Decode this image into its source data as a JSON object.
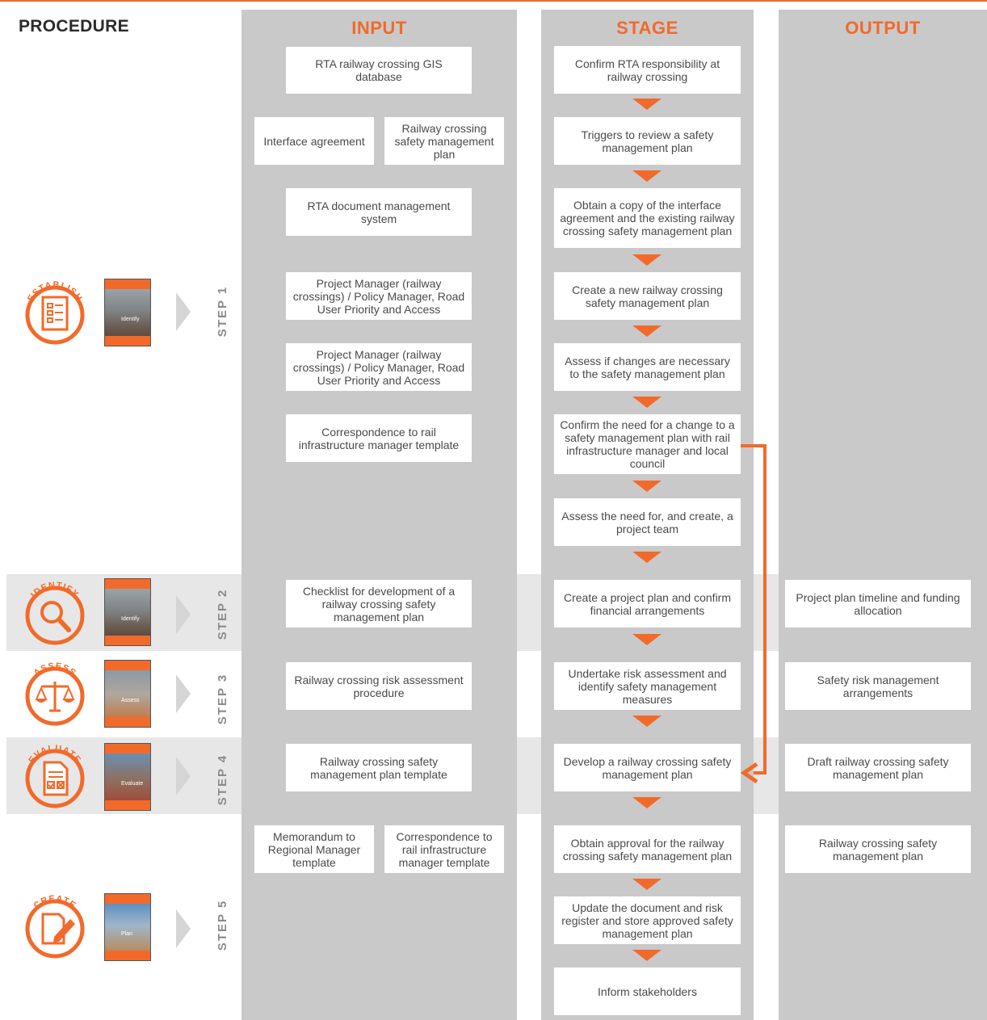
{
  "title": "PROCEDURE",
  "columns": {
    "input": "INPUT",
    "stage": "STAGE",
    "output": "OUTPUT"
  },
  "steps": [
    {
      "label": "STEP 1",
      "icon_label": "ESTABLISH",
      "icon": "clipboard-list-icon",
      "thumb_caption": "Identify"
    },
    {
      "label": "STEP 2",
      "icon_label": "IDENTIFY",
      "icon": "magnifier-icon",
      "thumb_caption": "Identify"
    },
    {
      "label": "STEP 3",
      "icon_label": "ASSESS",
      "icon": "scales-icon",
      "thumb_caption": "Assess"
    },
    {
      "label": "STEP 4",
      "icon_label": "EVALUATE",
      "icon": "checklist-document-icon",
      "thumb_caption": "Evaluate"
    },
    {
      "label": "STEP 5",
      "icon_label": "CREATE",
      "icon": "pen-document-icon",
      "thumb_caption": "Plan"
    }
  ],
  "inputs": [
    "RTA railway crossing GIS database",
    "Interface agreement",
    "Railway crossing safety management plan",
    "RTA document management system",
    "Project Manager (railway crossings) / Policy Manager, Road User Priority and Access",
    "Project Manager (railway crossings) / Policy Manager, Road User Priority and Access",
    "Correspondence to rail infrastructure manager template",
    "Checklist for development of a railway crossing safety management plan",
    "Railway crossing risk assessment procedure",
    "Railway crossing safety management plan template",
    "Memorandum to Regional Manager template",
    "Correspondence to rail infrastructure manager template"
  ],
  "stages": [
    "Confirm RTA responsibility at railway crossing",
    "Triggers to review a safety management plan",
    "Obtain a copy of the interface agreement and the existing railway crossing safety management plan",
    "Create a new railway crossing safety management plan",
    "Assess if changes are necessary to the safety management plan",
    "Confirm the need for a change to a safety management plan with rail infrastructure manager and local council",
    "Assess the need for, and create, a project team",
    "Create a project plan and confirm financial arrangements",
    "Undertake risk assessment and identify safety management measures",
    "Develop a railway crossing safety management plan",
    "Obtain approval for the railway crossing safety management plan",
    "Update the document and risk register and store approved safety management plan",
    "Inform stakeholders"
  ],
  "outputs": [
    "Project plan timeline and funding allocation",
    "Safety risk management arrangements",
    "Draft railway crossing safety management plan",
    "Railway crossing safety management plan"
  ],
  "colors": {
    "accent": "#f26a2a",
    "column": "#c9c9c9",
    "band": "#e7e7e7"
  }
}
